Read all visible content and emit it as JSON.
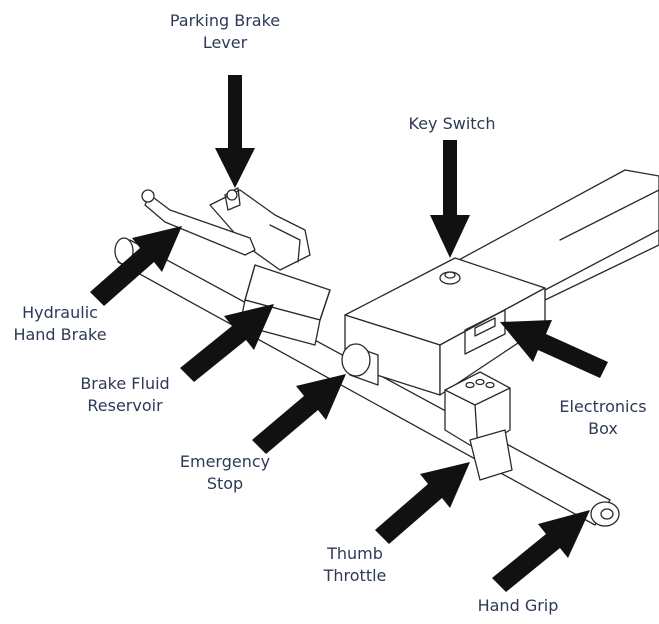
{
  "labels": {
    "parking_brake_lever": [
      "Parking Brake",
      "Lever"
    ],
    "key_switch": [
      "Key Switch"
    ],
    "hydraulic_hand_brake": [
      "Hydraulic",
      "Hand Brake"
    ],
    "brake_fluid_reservoir": [
      "Brake Fluid",
      "Reservoir"
    ],
    "electronics_box": [
      "Electronics",
      "Box"
    ],
    "emergency_stop": [
      "Emergency",
      "Stop"
    ],
    "thumb_throttle": [
      "Thumb",
      "Throttle"
    ],
    "hand_grip": [
      "Hand Grip"
    ]
  },
  "colors": {
    "label_text": "#2e3a55",
    "arrow_fill": "#111111",
    "outline": "#2a2a2a"
  }
}
